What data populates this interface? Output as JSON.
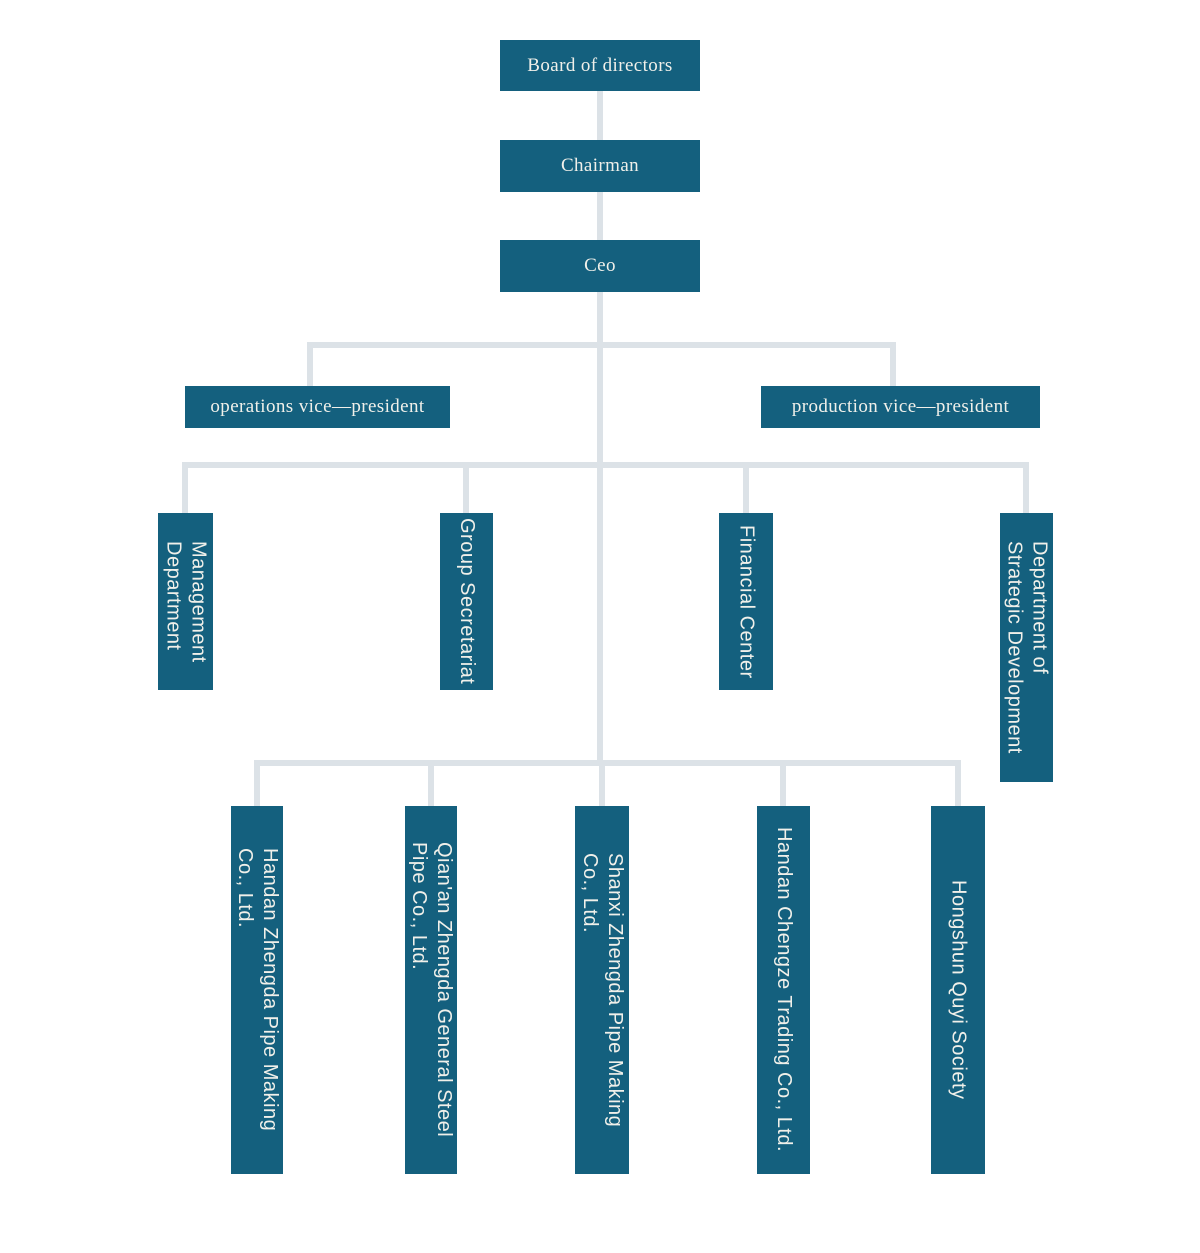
{
  "colors": {
    "background": "#FFFFFF",
    "node_fill": "#14607E",
    "node_text": "#F0F0EA",
    "connector": "#DCE2E7"
  },
  "org_chart": {
    "top_chain": {
      "board_of_directors": {
        "label": "Board of directors"
      },
      "chairman": {
        "label": "Chairman"
      },
      "ceo": {
        "label": "Ceo"
      }
    },
    "vice_presidents": {
      "operations": {
        "label": "operations vice—president"
      },
      "production": {
        "label": "production vice—president"
      }
    },
    "departments": {
      "management_department": {
        "label": [
          "Management",
          "Department"
        ]
      },
      "group_secretariat": {
        "label": "Group Secretariat"
      },
      "financial_center": {
        "label": "Financial Center"
      },
      "strategic_development": {
        "label": [
          "Department of",
          "Strategic Development"
        ]
      }
    },
    "subsidiaries": {
      "handan_zhengda_pipe_making": {
        "label": [
          "Handan Zhengda Pipe Making",
          "Co., Ltd."
        ]
      },
      "qianan_zhengda_general_steel_pipe": {
        "label": [
          "Qian'an Zhengda General Steel",
          "Pipe Co., Ltd."
        ]
      },
      "shanxi_zhengda_pipe_making": {
        "label": [
          "Shanxi Zhengda Pipe Making",
          "Co., Ltd."
        ]
      },
      "handan_chengze_trading": {
        "label": "Handan Chengze Trading Co., Ltd."
      },
      "hongshun_quyi_society": {
        "label": "Hongshun Quyi Society"
      }
    }
  }
}
